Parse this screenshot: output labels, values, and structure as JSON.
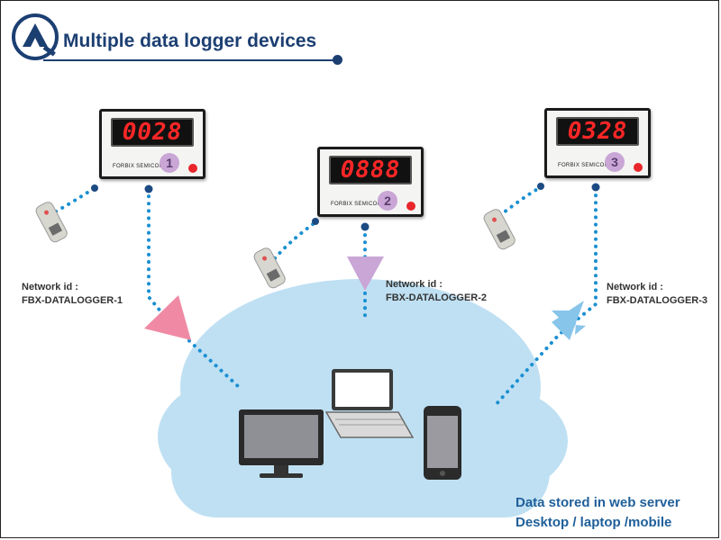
{
  "header": {
    "title": "Multiple data logger devices"
  },
  "devices": [
    {
      "display": "0028",
      "brand": "FORBIX SEMICON",
      "number": "1",
      "network_id_label": "Network id :",
      "network_id": "FBX-DATALOGGER-1"
    },
    {
      "display": "0888",
      "brand": "FORBIX SEMICON",
      "number": "2",
      "network_id_label": "Network id :",
      "network_id": "FBX-DATALOGGER-2"
    },
    {
      "display": "0328",
      "brand": "FORBIX SEMICON",
      "number": "3",
      "network_id_label": "Network id :",
      "network_id": "FBX-DATALOGGER-3"
    }
  ],
  "storage": {
    "line1": "Data stored in web server",
    "line2": "Desktop / laptop /mobile"
  },
  "colors": {
    "title": "#1c3f72",
    "link_dots": "#1a8fd1",
    "arrow_1": "#f08aa4",
    "arrow_2": "#c9a6d6",
    "arrow_3": "#88c5ea",
    "cloud": "#bfe0f3",
    "display_digits": "#ff2626"
  },
  "icons": [
    "company-logo-icon",
    "probe-sensor-icon",
    "cloud-icon",
    "desktop-monitor-icon",
    "laptop-icon",
    "smartphone-icon"
  ]
}
